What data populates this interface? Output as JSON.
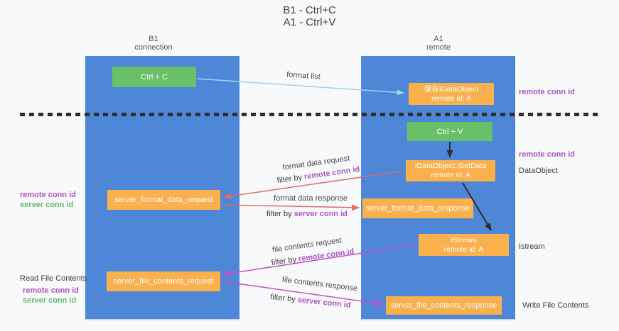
{
  "title": {
    "line1": "B1 - Ctrl+C",
    "line2": "A1 - Ctrl+V"
  },
  "columns": {
    "left": {
      "name": "B1",
      "subtitle": "connection"
    },
    "right": {
      "name": "A1",
      "subtitle": "remote"
    }
  },
  "nodes": {
    "ctrl_c": "Ctrl + C",
    "ctrl_v": "Ctrl + V",
    "save_idataobject": {
      "line1": "保存IDataObject",
      "line2": "remote id: A"
    },
    "getdata": {
      "line1": "IDataObject::GetData",
      "line2": "remote id: A"
    },
    "istream": {
      "line1": "IStream",
      "line2": "remote id: A"
    },
    "server_format_data_request": "server_format_data_request",
    "server_format_data_response": "server_format_data_response",
    "server_file_contents_request": "server_file_contents_request",
    "server_file_contents_response": "server_file_contents_response"
  },
  "arrow_labels": {
    "format_list": "format list",
    "format_data_request": "format data request",
    "format_data_response": "format data response",
    "file_contents_request": "file contents request",
    "file_contents_response": "file contents response",
    "filter_by": "filter by ",
    "remote_conn_id": "remote conn id",
    "server_conn_id": "server conn id"
  },
  "margin_labels": {
    "left": {
      "remote_conn_id": "remote conn id",
      "server_conn_id": "server conn id",
      "read_file_contents": "Read File Contents"
    },
    "right": {
      "remote_conn_id_top": "remote conn id",
      "remote_conn_id_mid": "remote conn id",
      "dataobject": "DataObject",
      "istream": "Istream",
      "write_file_contents": "Write File Contents"
    }
  },
  "colors": {
    "background": "#f8f9fa",
    "column_blue": "#4e86d8",
    "box_green": "#6abf69",
    "box_orange": "#f9b04d",
    "text_purple": "#ac54c6",
    "text_green": "#62bb6d",
    "arrow_red": "#e06a6a",
    "arrow_magenta": "#c44fc4",
    "arrow_blue": "#a5d2f0",
    "arrow_dark": "#2e2e2e",
    "divider_dark": "#2e2e2e",
    "text_dark": "#3f3f3f"
  }
}
